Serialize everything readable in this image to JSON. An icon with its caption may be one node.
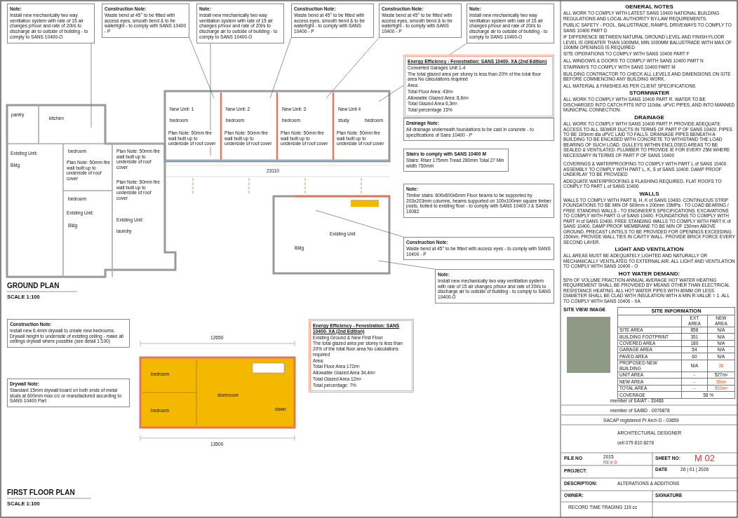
{
  "diagram": {
    "nodes": [
      {
        "text": [
          "Note:",
          "Install new mechanically two way ventilation system with rate of 15 air changes p/hour and rate of 20l/s to discharge air to outside of building - to comply to SANS 10400-O"
        ]
      },
      {
        "text": [
          "Note:",
          "Install new mechanically two way ventilation system with rate of 15 air changes p/hour and rate of 20l/s to discharge air to outside of building - to comply to SANS 10400-O"
        ]
      },
      {
        "text": [
          "Note:",
          "Install new mechanically two way ventilation system with rate of 15 air changes p/hour and rate of 20l/s to discharge air to outside of building - to comply to SANS 10400-O"
        ]
      },
      {
        "text": [
          "Construction Note:",
          "Waste bend at 45° to be fitted with access eyes, smooth bend & to be watertight - to comply with SANS 10400 - P"
        ]
      },
      {
        "text": [
          "Construction Note:",
          "Waste bend at 45° to be fitted with access eyes, smooth bend & to be watertight - to comply with SANS 10400 - P"
        ]
      },
      {
        "text": [
          "Construction Note:",
          "Waste bend at 45° to be fitted with access eyes, smooth bend & to be watertight - to comply with SANS 10400 - P"
        ]
      },
      {
        "text": [
          "Stairs to comply with SANS 10400 M",
          "Stairs: Riser 175mm Tread 280mm Total 27 Min width 750mm"
        ]
      },
      {
        "text": [
          "Note:",
          "Timber stairs: 600x600x6mm Floor beams to be supported by 203x203mm columns, beams supported on 100x100mm square timber posts, bolted to existing floor - to comply with SANS 10400 J & SANS 10082"
        ]
      },
      {
        "text": [
          "Construction Note:",
          "Waste bend at 45° to be fitted with access eyes - to comply with SANS 10400 - P"
        ]
      },
      {
        "text": [
          "Note:",
          "Install new mechanically two way ventilation system with rate of 15 air changes p/hour and rate of 20l/s to discharge air to outside of building - to comply to SANS 10400-O"
        ]
      },
      {
        "text": [
          "Energy Efficiency - Fenestration: SANS 10400- XA (2nd Edition)",
          "Converted Garages Unit 1-4",
          "The total glazed area per storey is less than 20% of the total floor area No calculations required",
          "Area:",
          "Total Floor Area: 43m²",
          "Allowable Glazed Area: 8,6m²",
          "Total Glazed Area 6,3m²",
          "Total percentage 15%"
        ]
      },
      {
        "text": [
          "Drainage Note:",
          "All drainage underneath foundations to be cast in concrete - to specifications of Sans 10400 - P"
        ]
      },
      {
        "text": [
          "Energy Efficiency - Fenestration: SANS 10400- XA (2nd Edition)",
          "Existing Ground & New First Floor",
          "The total glazed area per storey is less than 20% of the total floor area No calculations required",
          "Area:",
          "Total Floor Area 172m²",
          "Allowable Glazed Area 34,4m²",
          "Total Glazed Area 12m²",
          "Total percentage: 7%"
        ]
      },
      {
        "text": [
          "Construction Note:",
          "Install new 6.4mm drywall to create new bedrooms. Drywall height to underside of existing ceiling - make all ceilings drywall where possible (see detail 1:100)"
        ]
      },
      {
        "text": [
          "Drywall Note:",
          "Standard 15mm drywall board on both ends of metal studs at 600mm max c/c or manufactured according to SANS 10400 Part"
        ]
      }
    ],
    "edges": [
      {
        "from": 0,
        "to": null,
        "arrow": "none"
      },
      {
        "from": 1,
        "to": null,
        "arrow": "none"
      },
      {
        "from": 2,
        "to": null,
        "arrow": "none"
      },
      {
        "from": 3,
        "to": null,
        "arrow": "none"
      },
      {
        "from": 4,
        "to": null,
        "arrow": "none"
      },
      {
        "from": 5,
        "to": null,
        "arrow": "none"
      },
      {
        "from": 8,
        "to": null,
        "arrow": "none"
      },
      {
        "from": 9,
        "to": null,
        "arrow": "none"
      }
    ],
    "labels": [
      "pantry",
      "kitchen",
      "Existing Unit:",
      "Bldg",
      "bedroom",
      "Plan Note: 50mm fire wall built up to underside of roof cover",
      "bedroom",
      "Existing Unit:",
      "Bldg",
      "Plan Note: 50mm fire wall built up to underside of roof cover",
      "Existing Unit:",
      "laundry",
      "Plan Note: 50mm fire wall built up to underside of roof cover",
      "New Unit: 1",
      "Plan Note: 50mm fire wall built up to underside of roof cover",
      "bedroom",
      "Plan Note: 50mm fire wall built up to underside of roof cover",
      "New Unit: 2",
      "Plan Note: 50mm fire wall built up to underside of roof cover",
      "bedroom",
      "New Unit: 3",
      "bedroom",
      "Plan Note: 50mm fire wall built up to underside of roof cover",
      "New Unit 4",
      "study",
      "bedroom",
      "23110",
      "Existing Unit",
      "Bldg",
      "GROUND PLAN",
      "SCALE 1:100",
      "12650",
      "bedroom",
      "bedroom",
      "storeroom",
      "down",
      "13500",
      "FIRST FLOOR PLAN",
      "SCALE 1:100",
      "GENERAL NOTES",
      "ALL WORK TO COMPLY WITH LATEST SANS 10400 NATIONAL BUILDING REGULATIONS AND LOCAL AUTHORITY BY-LAW REQUIREMENTS.",
      "PUBLIC SAFETY - POOL, BALUSTRADE, RAMPS, DRIVEWAYS TO COMPLY TO SANS 10400 PART D",
      "IF DIFFERENCE BETWEEN NATURAL GROUND LEVEL AND FINISH FLOOR LEVEL IS GREATER THAN 1000MM, MIN 1000MM BALUSTRADE WITH MAX OF 100MM OPENINGS IS REQUIRED",
      "SITE OPERATIONS TO COMPLY WITH SANS 10400 PART F",
      "ALL WINDOWS & DOORS TO COMPLY WITH SANS 10400 PART N",
      "STAIRWAYS TO COMPLY WITH SANS 10400 PART M",
      "BUILDING CONTRACTOR TO CHECK ALL LEVELS AND DIMENSIONS ON SITE BEFORE COMMENCING ANY BUILDING WORK.",
      "ALL MATERIAL & FINISHES AS PER CLIENT SPECIFICATIONS",
      "STORMWATER",
      "ALL WORK TO COMPLY WITH SANS 10400 PART R. WATER TO BE DISCHARGED INTO CATCH PITS INTO 110dia. uPVC PIPES, AND INTO MANNED MUNICIPAL CONNECTION.",
      "DRAINAGE",
      "ALL WORK TO COMPLY WITH SANS 10400 PART P. PROVIDE ADEQUATE ACCESS TO ALL SEWER DUCTS IN TERMS OF PART P OF SANS 10400. PIPES TO BE 100mm dia uPVC LAID TO FALLS. DRAINAGE PIPES BENEATH A BUILDING TO BE ENCASED WITH CONCRETE TO WITHSTAND THE LOAD BEARING OF SUCH LOAD. GULLEYS WITHIN ENCLOSED AREAS TO BE SEALED & VENTILATED. PLUMBER TO PROVIDE IE FOR EVERY 25M WHERE NECESSARY IN TERMS OF PART P OF SANS 10400",
      "COVERINGS & WATERPROOFING TO COMPLY WITH PART L of SANS 10400. ASSEMBLY TO COMPLY WITH PART L, K, S of SANS 10400. DAMP PROOF UNDERLAY TO BE PROVIDED",
      "ADEQUATE WATERPROOFING & FLASHING REQUIRED. FLAT ROOFS TO COMPLY TO PART L of SANS 10400",
      "WALLS",
      "WALLS TO COMPLY WITH PART B, H, K of SANS 10400. CONTINUOUS STRIP FOUNDATIONS TO BE MIN OF 600mm x 200mm 15MPa - TO LOAD BEARING / FREE STANDING WALLS - TO ENGINEER'S SPECIFICATIONS. EXCAVATIONS TO COMPLY WITH PART G of SANS 10400. FOUNDATIONS TO COMPLY WITH PART H of SANS 10400. FREE STANDING WALLS TO COMPLY WITH PART K of SANS 10400. DAMP PROOF MEMBRANE TO BE MIN OF 150mm ABOVE GROUND. PRECAST LINTELS TO BE PROVIDED FOR OPENINGS EXCEEDING 150mm. PROVIDE WALL TIES IN CAVITY WALL. PROVIDE BRICK FORCE EVERY SECOND LAYER.",
      "LIGHT AND VENTILATION",
      "ALL AREAS MUST BE ADEQUATELY LIGHTED AND NATURALLY OR MECHANICALLY VENTILATED TO EXTERNAL AIR. ALL LIGHT AND VENTILATION TO COMPLY WITH SANS 10400 - O",
      "HOT WATER DEMAND:",
      "50% OF VOLUME FRACTION ANNUAL AVERAGE HOT WATER HEATING REQUIREMENT SHALL BE PROVIDED BY MEANS OTHER THAN ELECTRICAL RESISTANCE HEATING. ALL HOT WATER PIPES WITH 80MM OR LESS DIAMETER SHALL BE CLAD WITH INSULATION WITH A MIN R-VALUE = 1. ALL TO COMPLY WITH SANS 10400 - XA",
      "SITE VIEW IMAGE",
      "SITE INFORMATION",
      "EXT AREA",
      "NEW AREA",
      "SITE AREA",
      "858",
      "N/A",
      "BUILDING FOOTPRINT",
      "351",
      "N/A",
      "COVERED AREA",
      "180",
      "N/A",
      "GARAGE AREA",
      "54",
      "N/A",
      "PAVED AREA",
      "60",
      "N/A",
      "PROPOSED NEW BUILDING",
      "N/A",
      "36",
      "UNIT AREA",
      "-",
      "527m²",
      "NEW AREA",
      "-",
      "36m²",
      "TOTAL AREA",
      "-",
      "563m²",
      "COVERAGE",
      "58 %",
      "member of SAIAT - 33466",
      "member of SAIBD - 0076878",
      "SACAP registered Pr Arch D - 03659",
      "ARCHITECTURAL DESIGNER",
      "cell 079 810 8276",
      "FILE NO",
      "2015",
      "REV 0",
      "SHEET NO:",
      "M 02",
      "PROJECT:",
      "DATE",
      "26 | 01 | 2026",
      "DESCRIPTION:",
      "ALTERATIONS & ADDITIONS",
      "OWNER:",
      "RECORD TIME TRADING 119 cc",
      "SIGNATURE"
    ]
  }
}
